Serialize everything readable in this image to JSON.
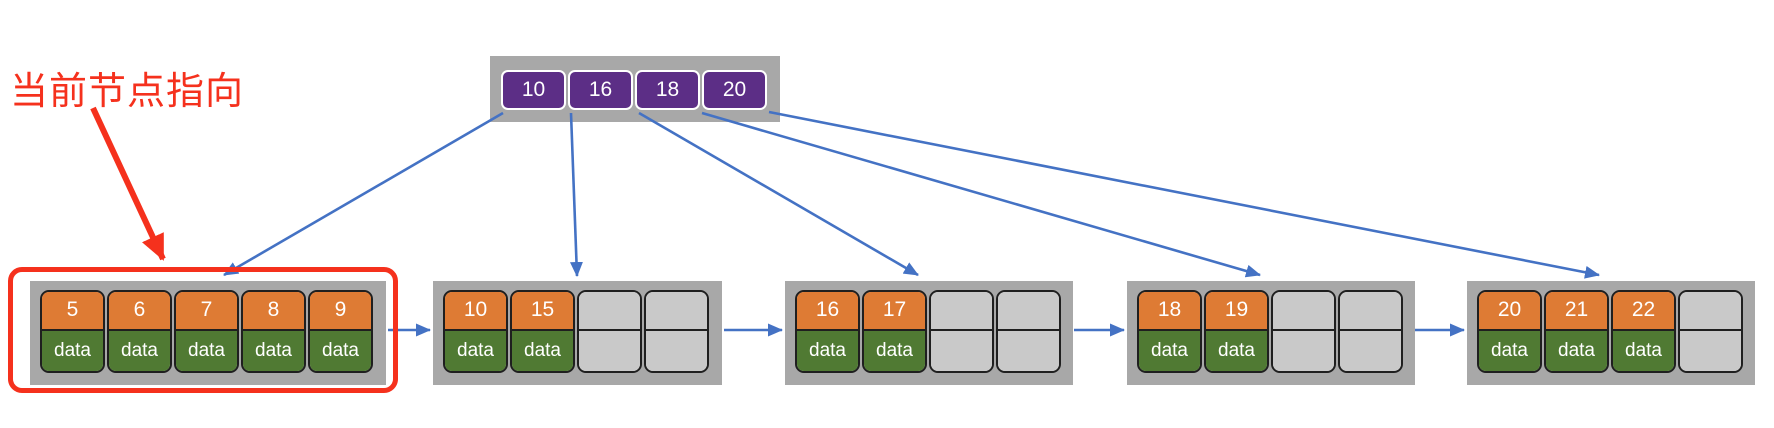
{
  "annotation": {
    "label": "当前节点指向"
  },
  "tree": {
    "type": "bplus-tree",
    "root": {
      "keys": [
        "10",
        "16",
        "18",
        "20"
      ]
    },
    "leaves": [
      {
        "keys": [
          "5",
          "6",
          "7",
          "8",
          "9"
        ],
        "data_labels": [
          "data",
          "data",
          "data",
          "data",
          "data"
        ],
        "slots": 5,
        "highlighted": true
      },
      {
        "keys": [
          "10",
          "15"
        ],
        "data_labels": [
          "data",
          "data"
        ],
        "slots": 4,
        "highlighted": false
      },
      {
        "keys": [
          "16",
          "17"
        ],
        "data_labels": [
          "data",
          "data"
        ],
        "slots": 4,
        "highlighted": false
      },
      {
        "keys": [
          "18",
          "19"
        ],
        "data_labels": [
          "data",
          "data"
        ],
        "slots": 4,
        "highlighted": false
      },
      {
        "keys": [
          "20",
          "21",
          "22"
        ],
        "data_labels": [
          "data",
          "data",
          "data"
        ],
        "slots": 4,
        "highlighted": false
      }
    ],
    "edges": {
      "root_child_pointers": [
        "leaf-1",
        "leaf-2",
        "leaf-3",
        "leaf-4",
        "leaf-5"
      ],
      "leaf_sibling_chain": [
        "leaf-1",
        "leaf-2",
        "leaf-3",
        "leaf-4",
        "leaf-5"
      ],
      "annotation_points_to": "leaf-1"
    }
  },
  "colors": {
    "purple": "#5C2E86",
    "orange": "#DE7B34",
    "green": "#507A33",
    "gray_frame": "#A8A8A8",
    "gray_empty": "#C9C9C9",
    "blue": "#4472C4",
    "red": "#F5311D"
  }
}
